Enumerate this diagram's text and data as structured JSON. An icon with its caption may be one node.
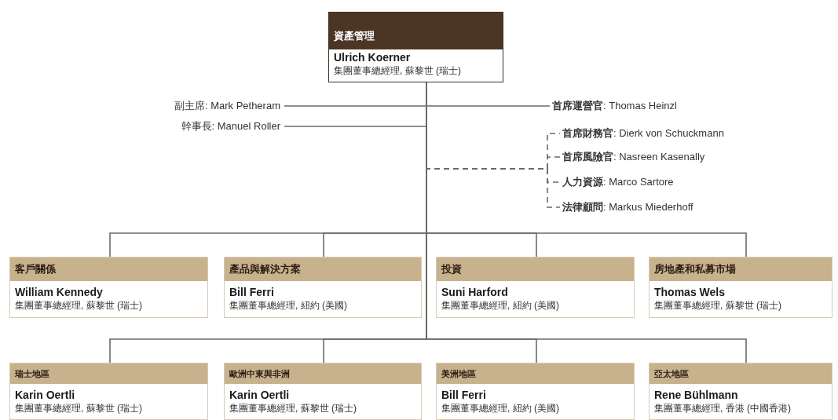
{
  "diagram": {
    "nodes": [
      {
        "text": [
          "資產管理",
          "Ulrich Koerner",
          "集團董事總經理, 蘇黎世 (瑞士)"
        ]
      },
      {
        "text": [
          "副主席: Mark Petheram"
        ]
      },
      {
        "text": [
          "**首席運營官**: Thomas Heinzl"
        ]
      },
      {
        "text": [
          "幹事長: Manuel Roller"
        ]
      },
      {
        "text": [
          "**首席財務官**: Dierk von Schuckmann"
        ]
      },
      {
        "text": [
          "**首席風險官**: Nasreen Kasenally"
        ]
      },
      {
        "text": [
          "**人力資源**: Marco Sartore"
        ]
      },
      {
        "text": [
          "**法律顧問**: Markus Miederhoff"
        ]
      },
      {
        "text": [
          "客戶關係",
          "William Kennedy",
          "集團董事總經理, 蘇黎世 (瑞士)"
        ]
      },
      {
        "text": [
          "產品與解決方案",
          "Bill Ferri",
          "集團董事總經理, 紐約 (美國)"
        ]
      },
      {
        "text": [
          "投資",
          "Suni Harford",
          "集團董事總經理, 紐約 (美國)"
        ]
      },
      {
        "text": [
          "房地產和私募市場",
          "Thomas Wels",
          "集團董事總經理, 蘇黎世 (瑞士)"
        ]
      },
      {
        "text": [
          "瑞士地區",
          "Karin Oertli",
          "集團董事總經理, 蘇黎世 (瑞士)"
        ]
      },
      {
        "text": [
          "歐洲中東與非洲",
          "Karin Oertli",
          "集團董事總經理, 蘇黎世 (瑞士)"
        ]
      },
      {
        "text": [
          "美洲地區",
          "Bill Ferri",
          "集團董事總經理, 紐約 (美國)"
        ]
      },
      {
        "text": [
          "亞太地區",
          "Rene Bühlmann",
          "集團董事總經理, 香港 (中國香港)"
        ]
      }
    ],
    "edges": [
      {
        "from": 0,
        "to": 1,
        "arrow": "none"
      },
      {
        "from": 0,
        "to": 2,
        "arrow": "none"
      },
      {
        "from": 0,
        "to": 3,
        "arrow": "none"
      },
      {
        "from": 0,
        "to": 4,
        "arrow": "none",
        "style": "dashed"
      },
      {
        "from": 0,
        "to": 5,
        "arrow": "none",
        "style": "dashed"
      },
      {
        "from": 0,
        "to": 6,
        "arrow": "none",
        "style": "dashed"
      },
      {
        "from": 0,
        "to": 7,
        "arrow": "none",
        "style": "dashed"
      },
      {
        "from": 0,
        "to": 8,
        "arrow": "none"
      },
      {
        "from": 0,
        "to": 9,
        "arrow": "none"
      },
      {
        "from": 0,
        "to": 10,
        "arrow": "none"
      },
      {
        "from": 0,
        "to": 11,
        "arrow": "none"
      },
      {
        "from": 0,
        "to": 12,
        "arrow": "none"
      },
      {
        "from": 0,
        "to": 13,
        "arrow": "none"
      },
      {
        "from": 0,
        "to": 14,
        "arrow": "none"
      },
      {
        "from": 0,
        "to": 15,
        "arrow": "none"
      }
    ]
  }
}
